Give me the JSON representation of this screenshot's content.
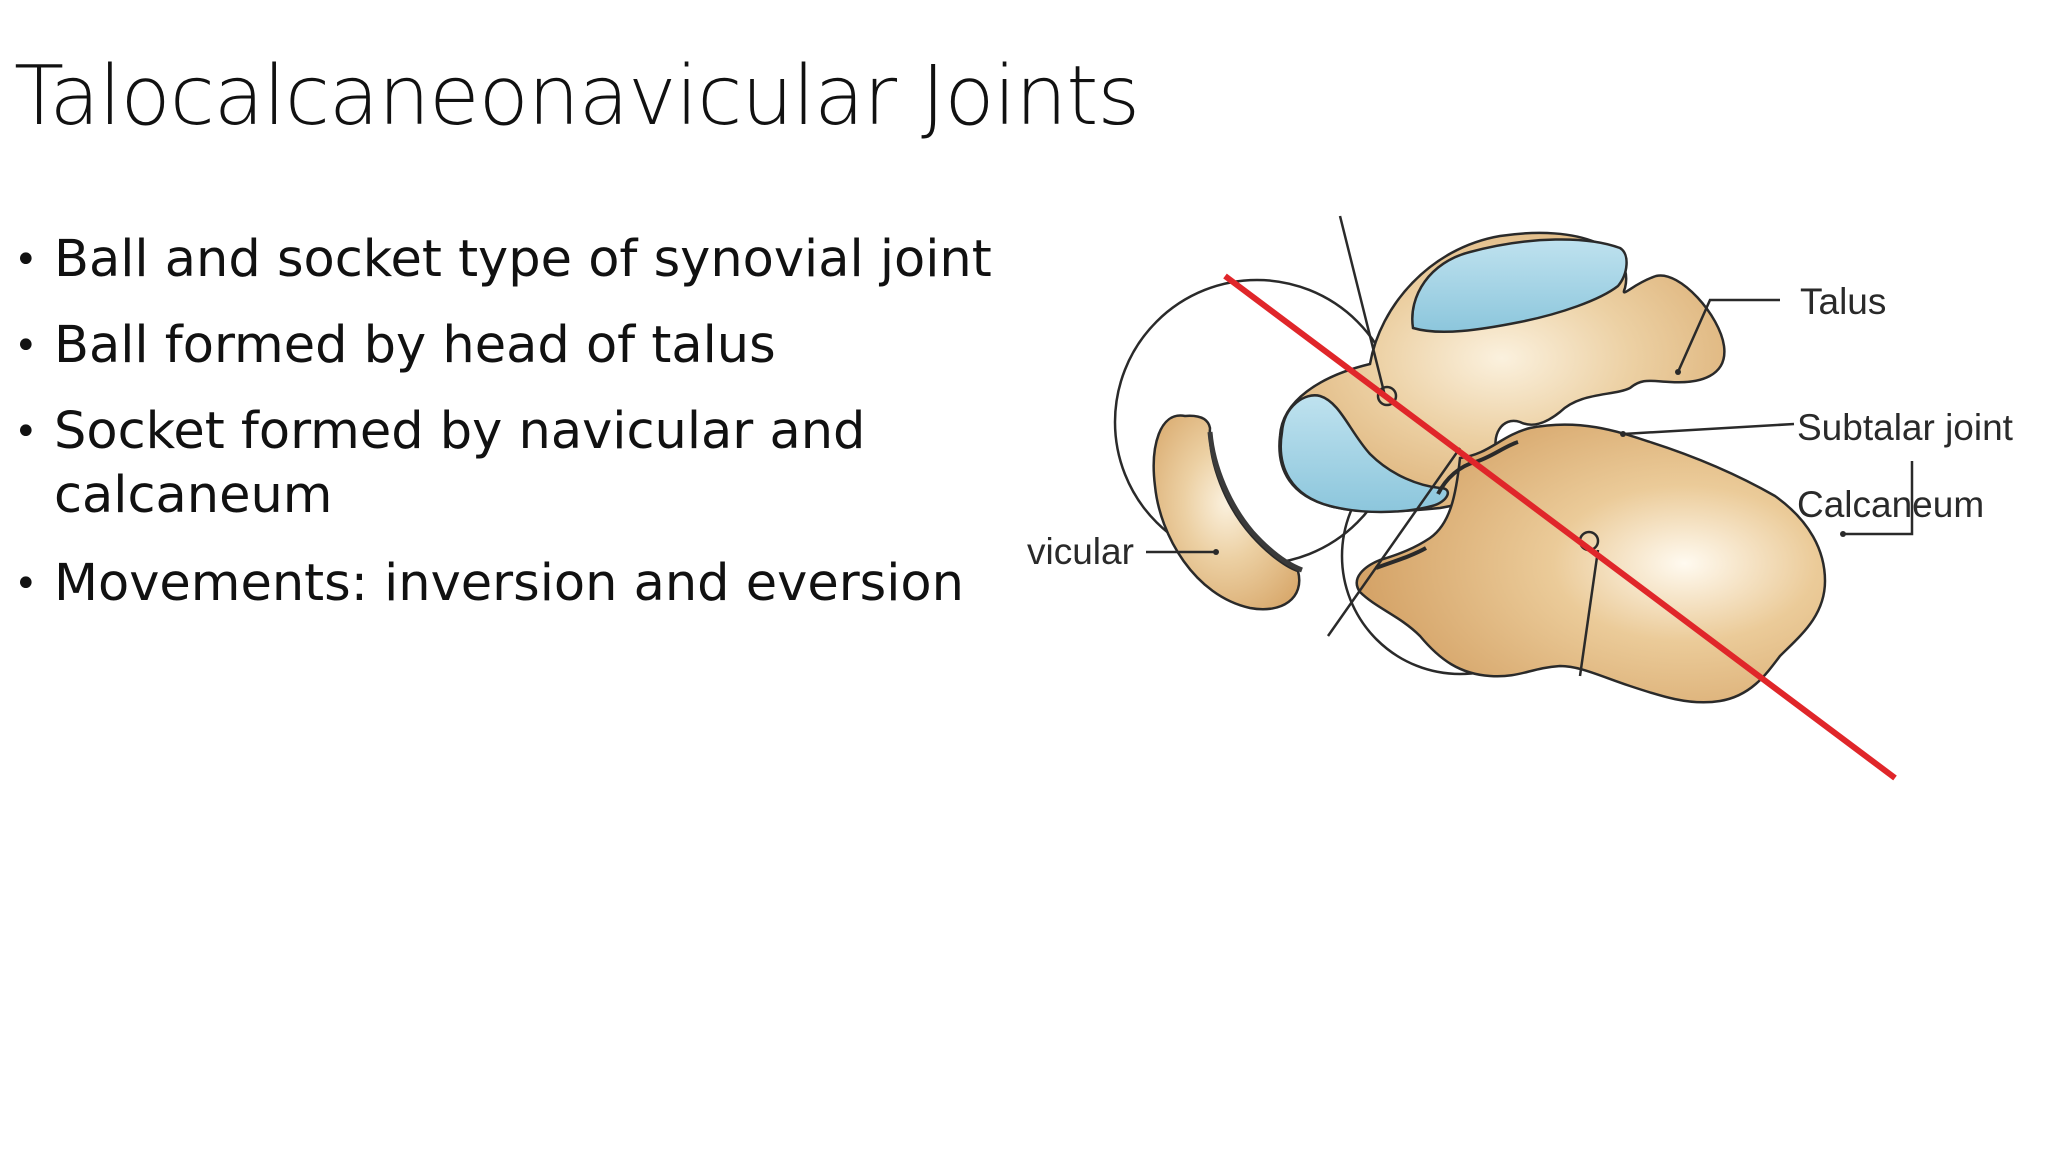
{
  "slide": {
    "title": "Talocalcaneonavicular Joints",
    "bullets": [
      "Ball and socket type of synovial joint",
      "Ball formed by head of talus",
      "Socket formed by navicular and calcaneum",
      "Movements: inversion and eversion"
    ],
    "bullet_symbol": "•"
  },
  "figure": {
    "labels": {
      "talus": "Talus",
      "subtalar_joint": "Subtalar joint",
      "calcaneum": "Calcaneum",
      "navicular": "vicular"
    },
    "colors": {
      "bone_fill": "#e8c89a",
      "cartilage_fill": "#9fd0e3",
      "axis_line": "#e0262a",
      "outline": "#2a2a2a"
    }
  }
}
